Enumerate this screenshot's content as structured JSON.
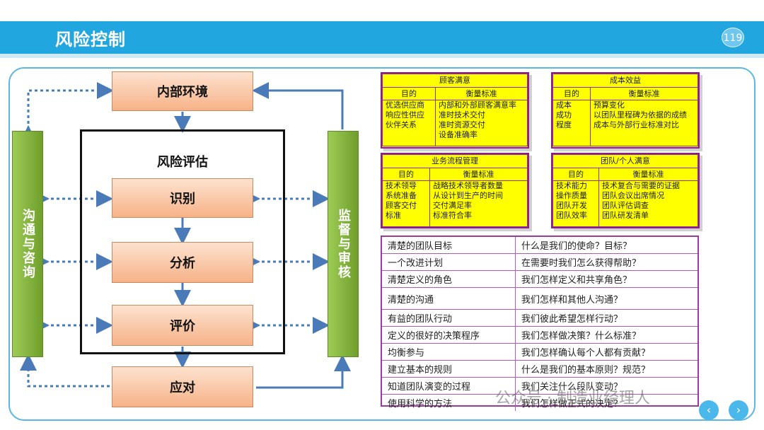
{
  "header": {
    "title": "风险控制",
    "page_number": "119"
  },
  "flow": {
    "internal_env": "内部环境",
    "risk_assessment": "风险评估",
    "identify": "识别",
    "analyze": "分析",
    "evaluate": "评价",
    "respond": "应对",
    "left_bar": "沟通与咨询",
    "right_bar": "监督与审核"
  },
  "tables": {
    "customer": {
      "title": "顾客满意",
      "col1": "目的",
      "col2": "衡量标准",
      "purpose": [
        "优选供应商",
        "响应性供应",
        "伙伴关系"
      ],
      "measures": [
        "内部和外部顾客满意率",
        "准时技术交付",
        "准时资源交付",
        "设备准确率"
      ]
    },
    "cost": {
      "title": "成本效益",
      "col1": "目的",
      "col2": "衡量标准",
      "purpose": [
        "成本",
        "成功",
        "程度"
      ],
      "measures": [
        "预算变化",
        "以团队里程碑为依据的成绩",
        "成本与外部行业标准对比"
      ]
    },
    "process": {
      "title": "业务流程管理",
      "col1": "目的",
      "col2": "衡量标准",
      "purpose": [
        "技术领导",
        "系统准备",
        "顾客交付",
        "标准"
      ],
      "measures": [
        "战略技术领导者数量",
        "从设计到生产的时间",
        "交付满足率",
        "标准符合率"
      ]
    },
    "team": {
      "title": "团队/个人满意",
      "col1": "目的",
      "col2": "衡量标准",
      "purpose": [
        "技术能力",
        "操作质量",
        "团队开发",
        "团队效率"
      ],
      "measures": [
        "技术复合与需要的证据",
        "团队会议出席情况",
        "团队评估调查",
        "团队研发清单"
      ]
    }
  },
  "qa_rows": [
    {
      "item": "清楚的团队目标",
      "question": "什么是我们的使命？目标？"
    },
    {
      "item": "一个改进计划",
      "question": "在需要时我们怎么获得帮助？"
    },
    {
      "item": "清楚定义的角色",
      "question": "我们怎样定义和共享角色？"
    },
    {
      "item": "清楚的沟通",
      "question": "我们怎样和其他人沟通？"
    },
    {
      "item": "有益的团队行动",
      "question": "我们彼此希望怎样行动？"
    },
    {
      "item": "定义的很好的决策程序",
      "question": "我们怎样做决策？什么标准？"
    },
    {
      "item": "均衡参与",
      "question": "我们怎样确认每个人都有贡献？"
    },
    {
      "item": "建立基本的规则",
      "question": "什么是我们的基本原则？规范？"
    },
    {
      "item": "知道团队演变的过程",
      "question": "我们关注什么段队变动？"
    },
    {
      "item": "使用科学的方法",
      "question": "我们怎样做正式的决定？"
    }
  ],
  "watermark": "公众号 · 制造业经理人",
  "nav": {
    "prev": "‹",
    "next": "›"
  }
}
